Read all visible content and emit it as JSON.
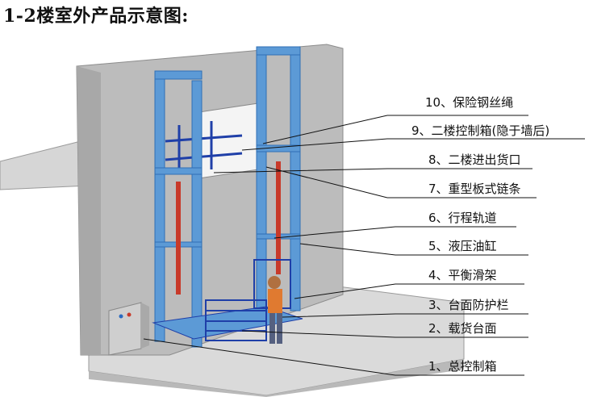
{
  "title": "1-2楼室外产品示意图:",
  "callouts": [
    {
      "id": "c10",
      "label": "10、保险钢丝绳"
    },
    {
      "id": "c9",
      "label": "9、二楼控制箱(隐于墙后)"
    },
    {
      "id": "c8",
      "label": "8、二楼进出货口"
    },
    {
      "id": "c7",
      "label": "7、重型板式链条"
    },
    {
      "id": "c6",
      "label": "6、行程轨道"
    },
    {
      "id": "c5",
      "label": "5、液压油缸"
    },
    {
      "id": "c4",
      "label": "4、平衡滑架"
    },
    {
      "id": "c3",
      "label": "3、台面防护栏"
    },
    {
      "id": "c2",
      "label": "2、载货台面"
    },
    {
      "id": "c1",
      "label": "1、总控制箱"
    }
  ],
  "colors": {
    "frame": "#5c9ad6",
    "frame_dark": "#2f6fb5",
    "wall": "#b8b8b8",
    "floor": "#d8d8d8",
    "cylinder": "#c83a2a",
    "cabinet": "#cfcfcf"
  }
}
